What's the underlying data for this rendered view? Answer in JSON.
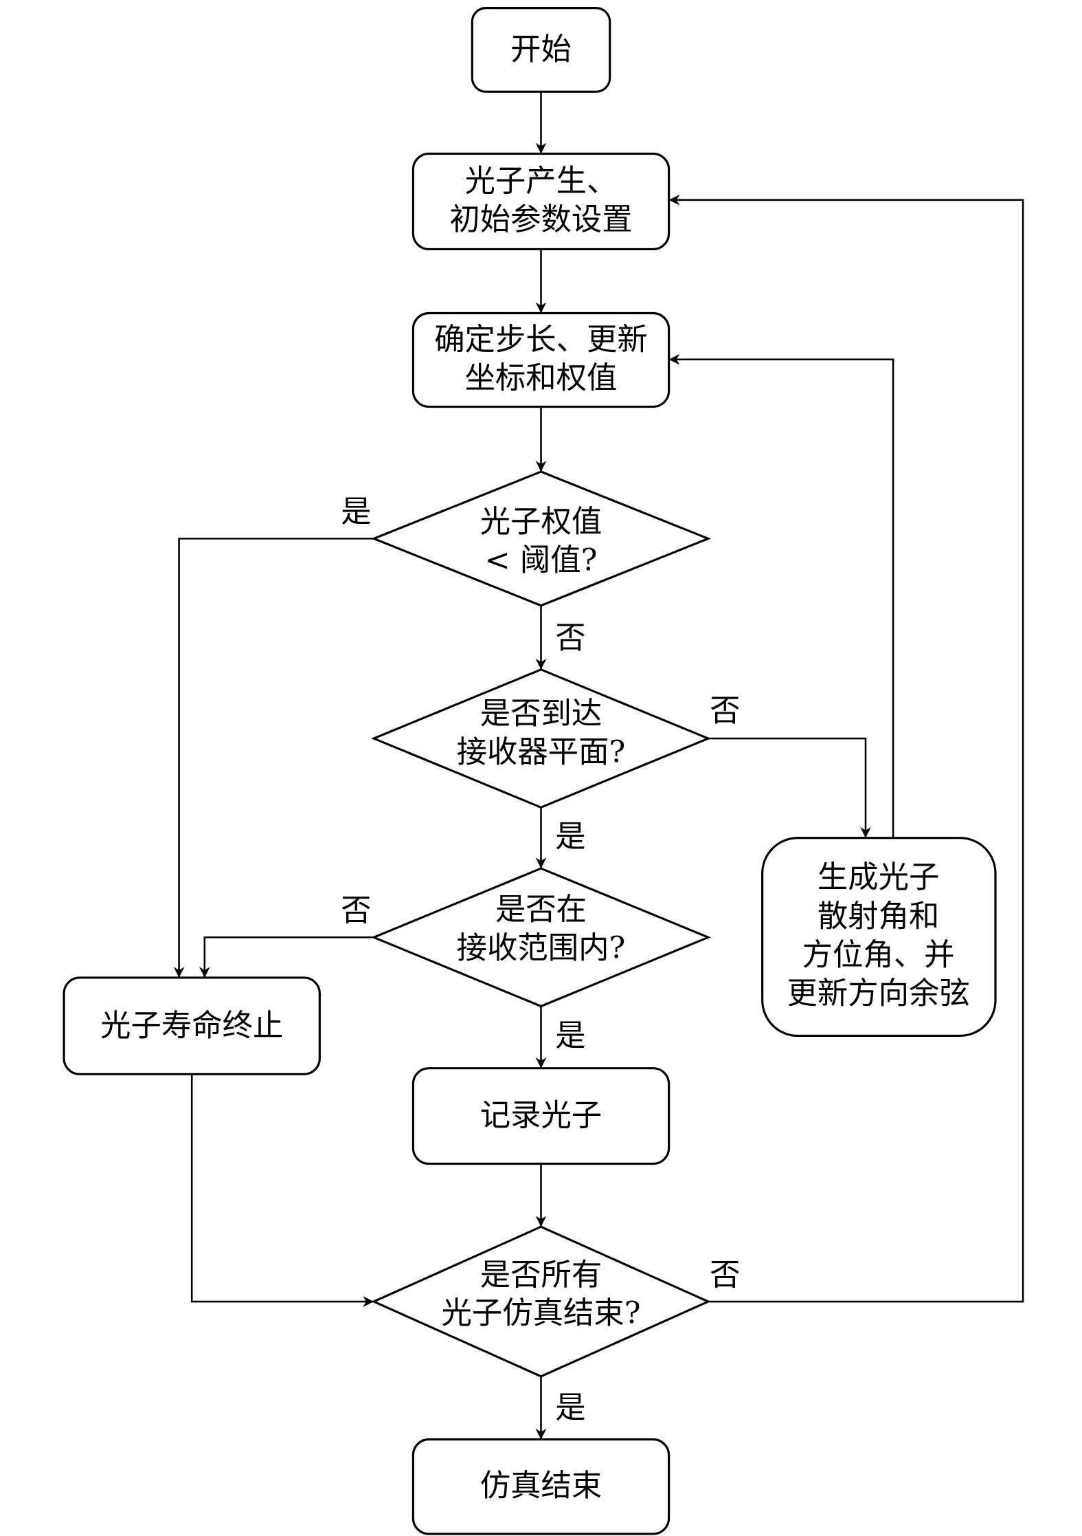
{
  "nodes": {
    "start": "开始",
    "init": [
      "光子产生、",
      "初始参数设置"
    ],
    "step": [
      "确定步长、更新",
      "坐标和权值"
    ],
    "weight_check": [
      "光子权值",
      "< 阈值?"
    ],
    "reach_plane": [
      "是否到达",
      "接收器平面?"
    ],
    "in_range": [
      "是否在",
      "接收范围内?"
    ],
    "scatter": [
      "生成光子",
      "散射角和",
      "方位角、并",
      "更新方向余弦"
    ],
    "terminate": "光子寿命终止",
    "record": "记录光子",
    "all_done": [
      "是否所有",
      "光子仿真结束?"
    ],
    "end": "仿真结束"
  },
  "edge_labels": {
    "weight_yes": "是",
    "weight_no": "否",
    "plane_no": "否",
    "plane_yes": "是",
    "range_no": "否",
    "range_yes": "是",
    "done_no": "否",
    "done_yes": "是"
  }
}
